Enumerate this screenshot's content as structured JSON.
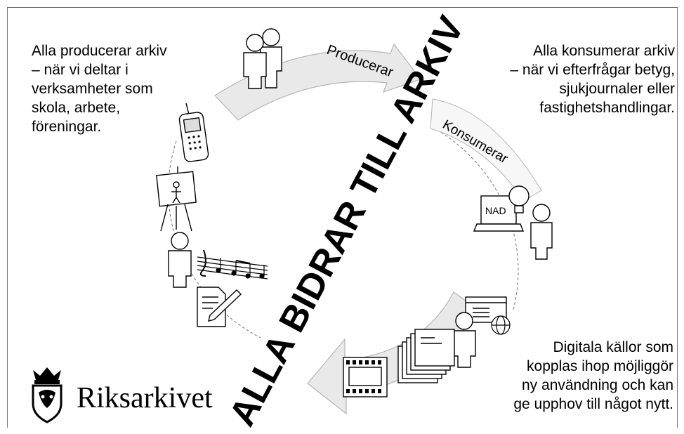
{
  "texts": {
    "top_left": [
      "Alla producerar arkiv",
      "– när vi deltar i",
      "verksamheter som",
      "skola, arbete,",
      "föreningar."
    ],
    "top_right": [
      "Alla konsumerar arkiv",
      "– när vi efterfrågar betyg,",
      "sjukjournaler eller",
      "fastighetshandlingar."
    ],
    "bottom_right": [
      "Digitala källor som",
      "kopplas ihop möjliggör",
      "ny användning och kan",
      "ge upphov till något nytt."
    ]
  },
  "diagram": {
    "center_title": "ALLA BIDRAR TILL ARKIV",
    "arrow_top_label": "Producerar",
    "arrow_right_label": "Konsumerar",
    "computer_screen_label": "NAD"
  },
  "logo": {
    "name": "Riksarkivet"
  },
  "icons": [
    "people-icon",
    "mobile-phone-icon",
    "easel-icon",
    "person-icon",
    "music-notes-icon",
    "document-pen-icon",
    "computer-icon",
    "lightbulb-icon",
    "person-icon",
    "web-page-icon",
    "globe-icon",
    "document-stack-icon",
    "film-strip-icon",
    "crown-shield-logo-icon"
  ],
  "colors": {
    "arrow_fill": "#e9e9e9",
    "arrow_stroke": "#b5b5b5",
    "text": "#000000"
  }
}
